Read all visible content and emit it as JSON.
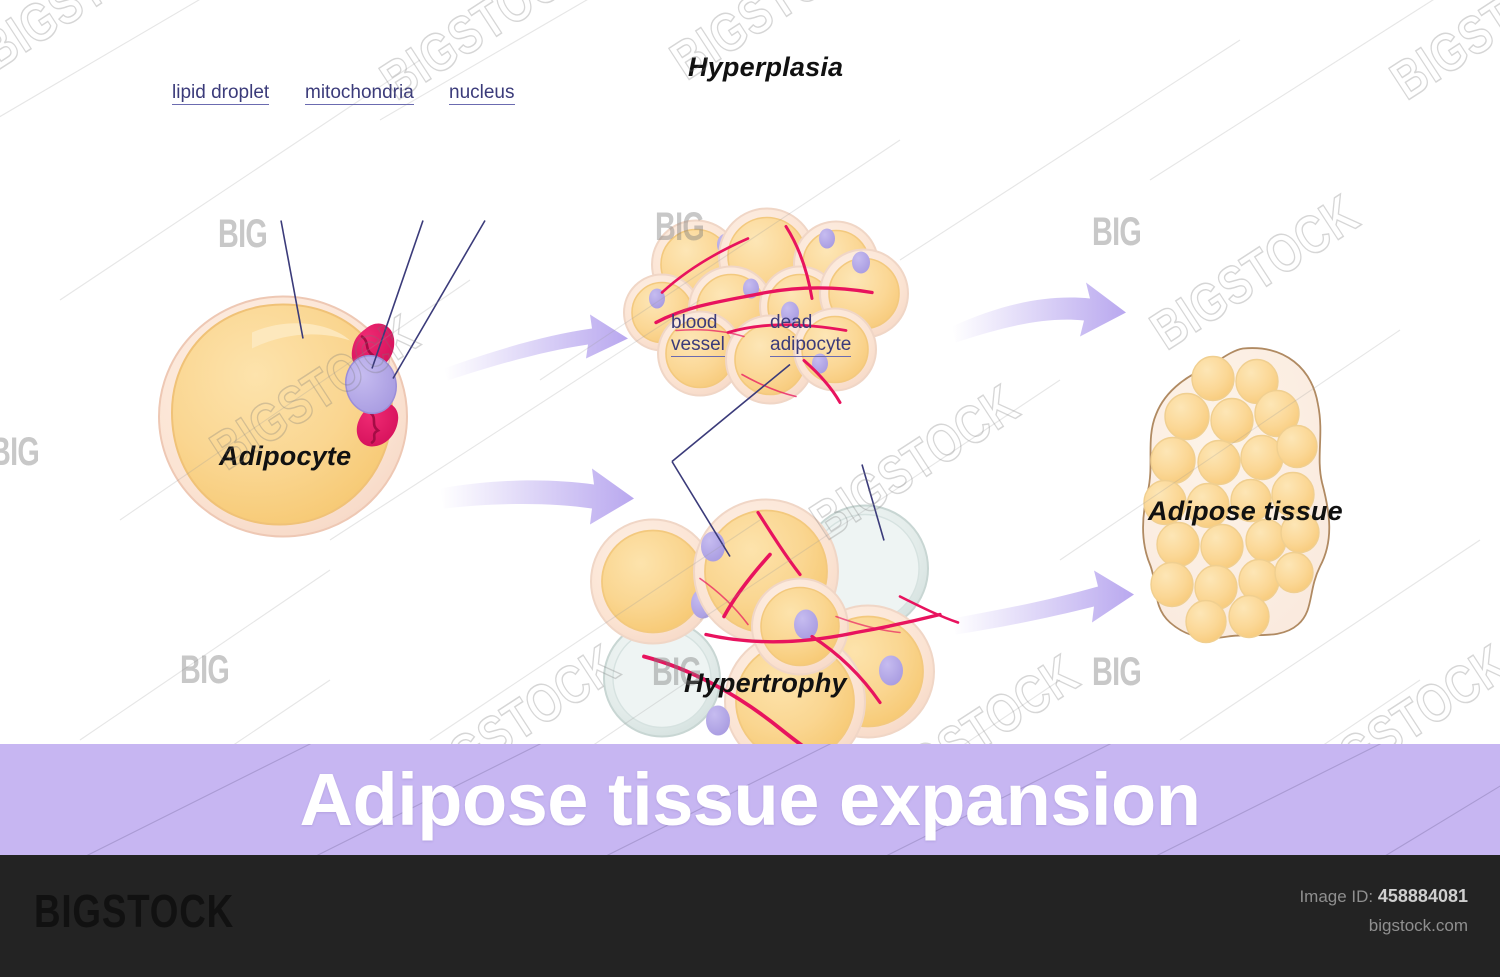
{
  "diagram": {
    "title": "Adipose tissue expansion",
    "callouts": [
      {
        "id": "lipid-droplet",
        "text": "lipid droplet"
      },
      {
        "id": "mitochondria",
        "text": "mitochondria"
      },
      {
        "id": "nucleus",
        "text": "nucleus"
      },
      {
        "id": "blood-vessel",
        "line1": "blood",
        "line2": "vessel"
      },
      {
        "id": "dead-adipocyte",
        "line1": "dead",
        "line2": "adipocyte"
      }
    ],
    "captions": [
      {
        "id": "adipocyte",
        "text": "Adipocyte"
      },
      {
        "id": "hyperplasia",
        "text": "Hyperplasia"
      },
      {
        "id": "hypertrophy",
        "text": "Hypertrophy"
      },
      {
        "id": "adipose-tissue",
        "text": "Adipose tissue"
      }
    ],
    "colors": {
      "banner": "#c7b6f2",
      "arrow": "#b9a8ef",
      "lipid": "#f8d287",
      "cytoplasm": "#fbe6d6",
      "nucleus": "#b3a6e8",
      "mitochondria": "#e02060",
      "vessel": "#e8135e",
      "dead_cell": "#e2eae8",
      "label_text": "#3b3b7a",
      "caption_text": "#111111"
    }
  },
  "watermark": {
    "brand": "BIGSTOCK",
    "short": "BIG"
  },
  "footer": {
    "logo": "BIGSTOCK",
    "image_id_label": "Image ID:",
    "image_id": "458884081",
    "site": "bigstock.com"
  }
}
